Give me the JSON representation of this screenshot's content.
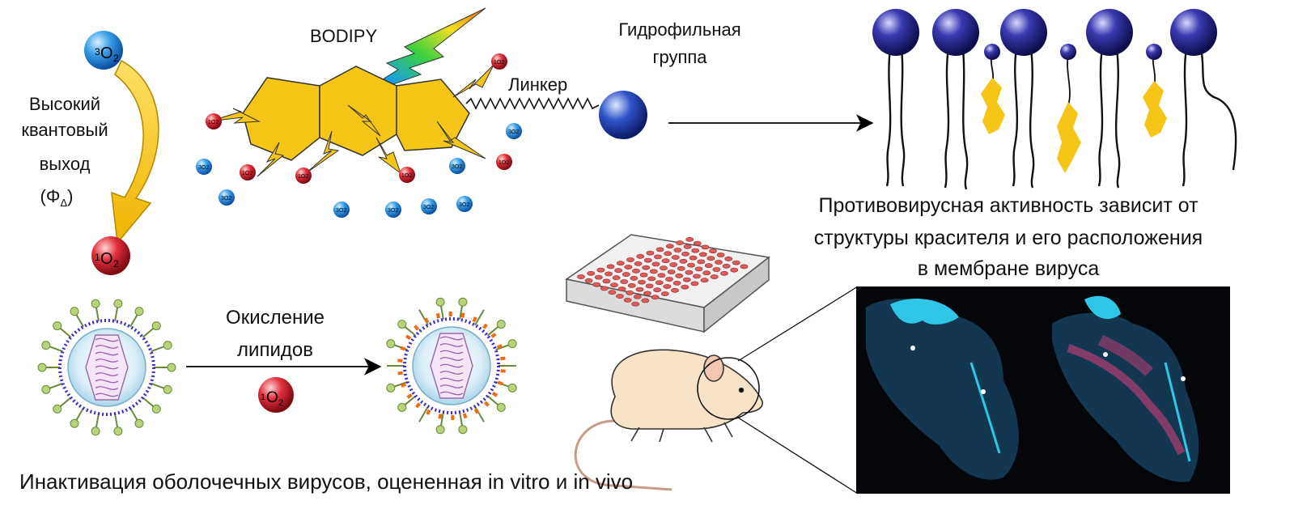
{
  "labels": {
    "bodipy": "BODIPY",
    "hydrophilic_line1": "Гидрофильная",
    "hydrophilic_line2": "группа",
    "linker": "Линкер",
    "quantum_line1": "Высокий",
    "quantum_line2": "квантовый",
    "quantum_line3": "выход",
    "quantum_symbol": "(Φ",
    "quantum_symbol_sub": "Δ",
    "quantum_symbol_close": ")",
    "oxidation_line1": "Окисление",
    "oxidation_line2": "липидов",
    "antiviral_line1": "Противовирусная активность зависит от",
    "antiviral_line2": "структуры красителя и его расположения",
    "antiviral_line3": "в мембране вируса",
    "inactivation": "Инактивация оболочечных вирусов, оцененная in vitro и in vivo"
  },
  "oxygen": {
    "triplet_sup": "3",
    "singlet_sup": "1",
    "letter": "O",
    "sub": "2"
  },
  "colors": {
    "yellow": "#f5c518",
    "singlet_red": "#d9232e",
    "triplet_blue": "#2a95e0",
    "head_purple": "#2a2a8c",
    "plate_red": "#e05a5a",
    "tissue_cyan": "#2fc6e8",
    "tissue_magenta": "#e0407a",
    "mouse_body": "#f7e3c8"
  }
}
